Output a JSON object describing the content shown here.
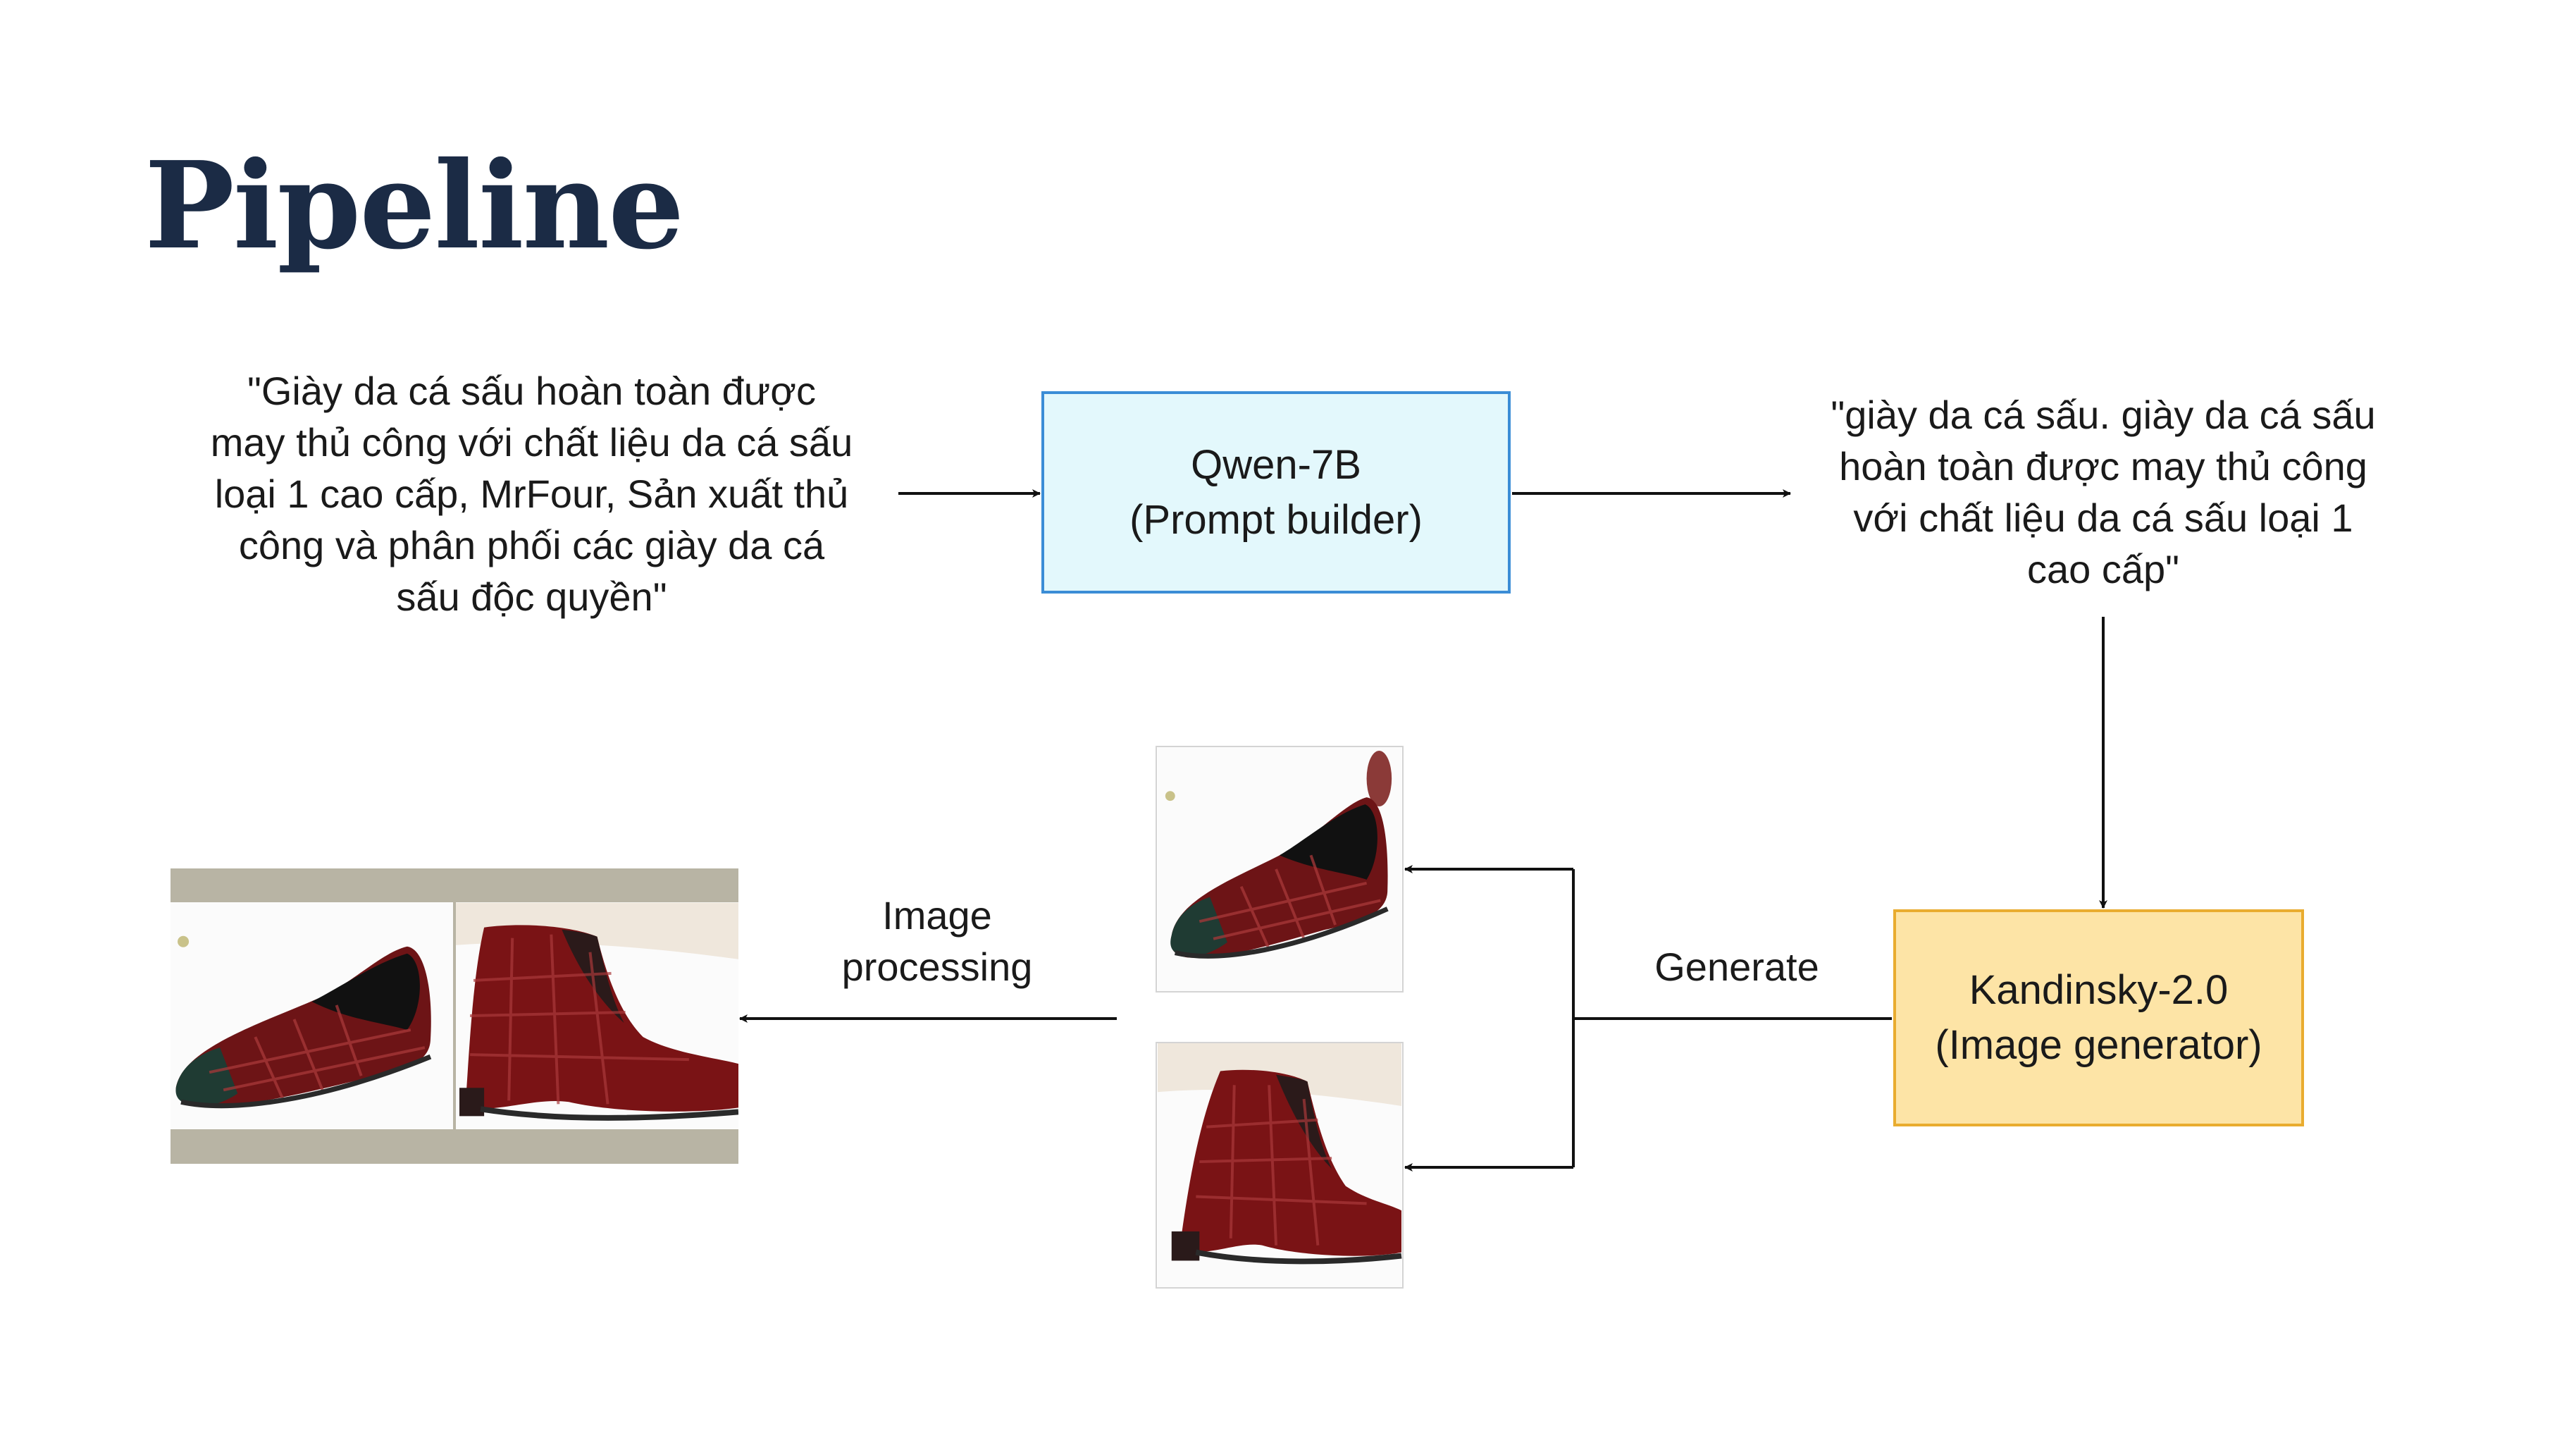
{
  "slide": {
    "title": "Pipeline",
    "input_prompt": "\"Giày da cá sấu hoàn toàn được may thủ công với chất liệu da cá sấu loại 1 cao cấp, MrFour, Sản xuất thủ công và phân phối các giày da cá sấu độc quyền\"",
    "input_prompt_lines": [
      "\"Giày da cá sấu hoàn toàn được",
      "may thủ công với chất liệu da cá sấu",
      "loại 1 cao cấp, MrFour, Sản xuất thủ",
      "công và phân phối các giày da cá",
      "sấu độc quyền\""
    ],
    "qwen_box": {
      "name": "Qwen-7B",
      "role": "(Prompt builder)",
      "color": "#e3f8fc",
      "border": "#3b8dd6"
    },
    "output_prompt_lines": [
      "\"giày da cá sấu. giày da cá sấu",
      "hoàn toàn được may thủ công",
      "với chất liệu da cá sấu loại 1",
      "cao cấp\""
    ],
    "kandinsky_box": {
      "name": "Kandinsky-2.0",
      "role": "(Image generator)",
      "color": "#fde4a6",
      "border": "#e9ac2f"
    },
    "generate_label": "Generate",
    "image_processing_label_lines": [
      "Image",
      "processing"
    ]
  }
}
